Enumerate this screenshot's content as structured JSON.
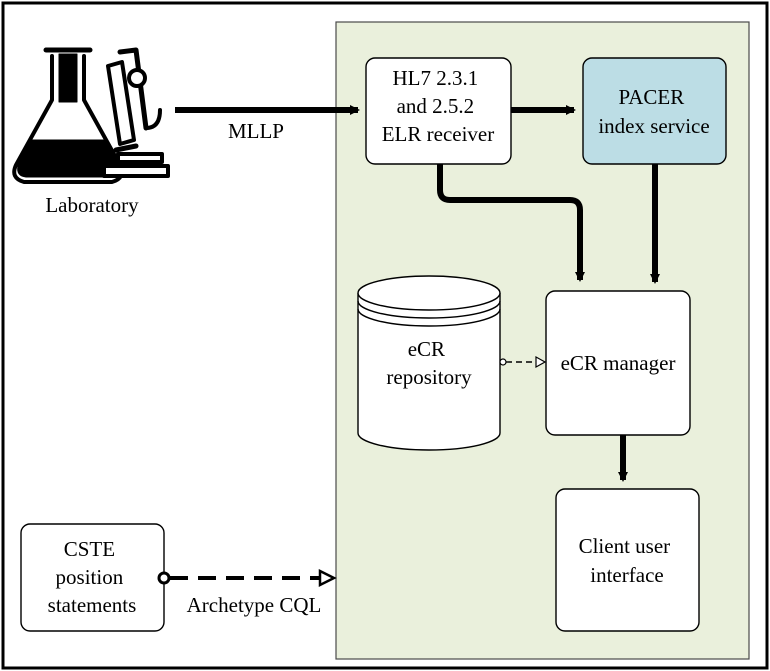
{
  "laboratory": {
    "label": "Laboratory"
  },
  "connections": {
    "mllp": "MLLP",
    "archetype_cql": "Archetype CQL"
  },
  "nodes": {
    "elr_receiver": {
      "lines": [
        "HL7 2.3.1",
        "and 2.5.2",
        "ELR receiver"
      ]
    },
    "pacer": {
      "lines": [
        "PACER",
        "index service"
      ]
    },
    "ecr_repository": {
      "lines": [
        "eCR",
        "repository"
      ]
    },
    "ecr_manager": {
      "lines": [
        "eCR manager"
      ]
    },
    "client_ui": {
      "lines": [
        "Client user",
        "interface"
      ]
    },
    "cste": {
      "lines": [
        "CSTE",
        "position",
        "statements"
      ]
    }
  },
  "colors": {
    "system_boundary_fill": "#eaf0dc",
    "pacer_fill": "#bcdde5",
    "stroke": "#000000"
  }
}
